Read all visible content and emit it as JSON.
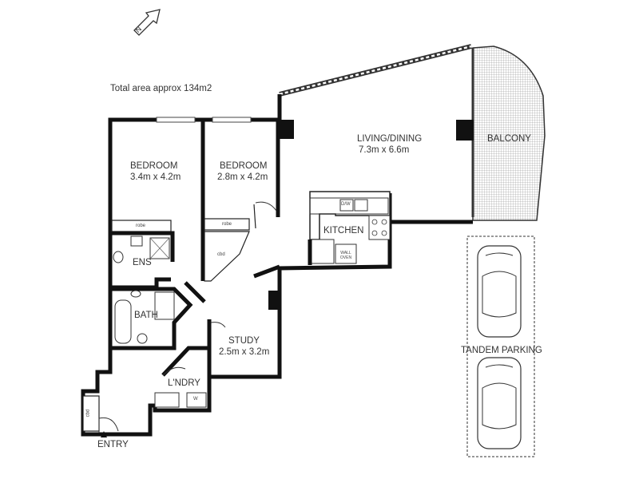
{
  "header": {
    "total_area": "Total area approx 134m2"
  },
  "compass": {
    "label": "N"
  },
  "rooms": [
    {
      "id": "bedroom1",
      "name": "BEDROOM",
      "dims": "3.4m x 4.2m"
    },
    {
      "id": "bedroom2",
      "name": "BEDROOM",
      "dims": "2.8m x 4.2m"
    },
    {
      "id": "living",
      "name": "LIVING/DINING",
      "dims": "7.3m x 6.6m"
    },
    {
      "id": "balcony",
      "name": "BALCONY",
      "dims": ""
    },
    {
      "id": "kitchen",
      "name": "KITCHEN",
      "dims": ""
    },
    {
      "id": "ens",
      "name": "ENS",
      "dims": ""
    },
    {
      "id": "bath",
      "name": "BATH",
      "dims": ""
    },
    {
      "id": "study",
      "name": "STUDY",
      "dims": "2.5m x 3.2m"
    },
    {
      "id": "laundry",
      "name": "L'NDRY",
      "dims": ""
    },
    {
      "id": "entry",
      "name": "ENTRY",
      "dims": ""
    },
    {
      "id": "parking",
      "name": "TANDEM PARKING",
      "dims": ""
    }
  ],
  "fixtures": {
    "robe1": "robe",
    "robe2": "robe",
    "cbd1": "cbd",
    "cbd2": "cbd",
    "dw": "D/W",
    "wall_oven": "WALL OVEN",
    "w": "W"
  }
}
